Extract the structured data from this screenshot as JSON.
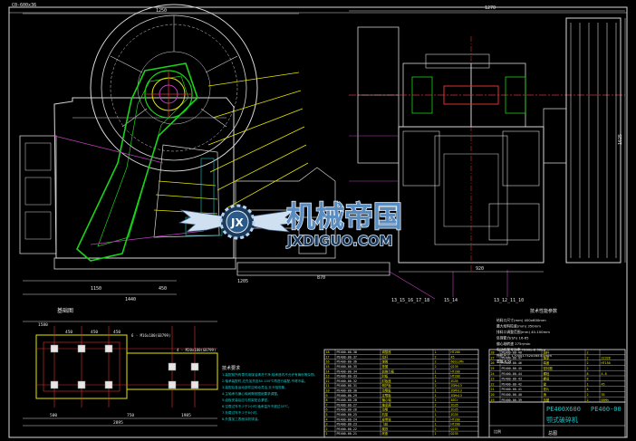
{
  "drawing": {
    "corner_label": "C0-600x36",
    "overall_width_left": "1250",
    "overall_width_right": "1270",
    "dim_bottom_left_1": "1150",
    "dim_bottom_left_2": "1440",
    "dim_bottom_left_3": "450",
    "dim_bottom_mid_1": "1205",
    "dim_bottom_mid_2": "870",
    "dim_bottom_right_1": "920",
    "dim_right_height": "1625",
    "part_callout_1": "13_15_16_17_18",
    "part_callout_2": "15_14",
    "part_callout_3": "13_12_11_10"
  },
  "watermark": {
    "chinese_text": "机械帝国",
    "latin_text": "JXDIGUO.COM"
  },
  "foundation_plan": {
    "title": "基础图",
    "dims_top": [
      "1580",
      "450",
      "450",
      "450"
    ],
    "dims_bottom": [
      "500",
      "750",
      "1985"
    ],
    "dim_overall": "2895",
    "bolt_note_1": "6 - M16x180(GB799)",
    "bolt_note_2": "4 - M20x180(GB799)"
  },
  "tech_spec": {
    "title": "技术性能参数",
    "lines": [
      "给料口尺寸(mm)  400x600mm",
      "最大给料粒度(mm)  350mm",
      "排料口调整范围(mm)  40-100mm",
      "处理能力(t/h)  16-65",
      "偏心轴转速  275r/min",
      "电动机型号功率  Y200L-6 30kw",
      "外形尺寸  1700x1732x1653.5mm",
      "重量  6.5t"
    ]
  },
  "title_block": {
    "model": "PE400X600",
    "name": "颚式破碎机",
    "sheet_code": "PE400-00",
    "scale_label": "比例",
    "drawing_label": "总图"
  },
  "requirements": {
    "title": "技术要求",
    "lines": [
      "1.装配前所有零件用煤油清洗干净,轴承座内不允许有铸砂等杂物。",
      "2.轴承装配时,应先加热至80-100℃再进行装配,不得冷装。",
      "3.装配后各运动部件应转动灵活,无卡阻现象。",
      "4.主轴承与偏心轴间隙按图纸要求调整。",
      "5.齿板安装后应与机架贴合紧密。",
      "6.空载试车不少于2小时,轴承温升不超过35℃。",
      "7.负载试车不少于8小时。",
      "8.外露加工表面涂防锈油。"
    ]
  },
  "bom_left": [
    [
      "18",
      "PE400-00-38",
      "调整座",
      "1",
      "HT200"
    ],
    [
      "17",
      "PE400-00-37",
      "拉杆",
      "2",
      "45"
    ],
    [
      "16",
      "PE400-00-36",
      "弹簧",
      "2",
      "60Si2Mn"
    ],
    [
      "15",
      "PE400-00-35",
      "垫圈",
      "2",
      "Q235"
    ],
    [
      "14",
      "PE400-00-34",
      "前推力板",
      "1",
      "HT200"
    ],
    [
      "13",
      "PE400-00-33",
      "肘板",
      "1",
      "HT200"
    ],
    [
      "12",
      "PE400-00-32",
      "肘板座",
      "1",
      "ZG35"
    ],
    [
      "11",
      "PE400-00-31",
      "侧护板",
      "2",
      "ZGMn13"
    ],
    [
      "10",
      "PE400-00-30",
      "动颚板",
      "1",
      "ZGMn13"
    ],
    [
      "9",
      "PE400-00-29",
      "定颚板",
      "1",
      "ZGMn13"
    ],
    [
      "8",
      "PE400-00-28",
      "偏心轴",
      "1",
      "40Cr"
    ],
    [
      "7",
      "PE400-00-27",
      "轴承座",
      "2",
      "ZG35"
    ],
    [
      "6",
      "PE400-00-26",
      "动颚",
      "1",
      "ZG35"
    ],
    [
      "5",
      "PE400-00-25",
      "机架",
      "1",
      "ZG35"
    ],
    [
      "4",
      "PE400-00-24",
      "皮带轮",
      "1",
      "HT200"
    ],
    [
      "3",
      "PE400-00-23",
      "飞轮",
      "1",
      "HT200"
    ],
    [
      "2",
      "PE400-00-22",
      "楔铁",
      "2",
      "Q235"
    ],
    [
      "1",
      "PE400-00-21",
      "底座",
      "1",
      "Q235"
    ]
  ],
  "bom_right": [
    [
      "28",
      "PE400-00-48",
      "油杯",
      "2",
      ""
    ],
    [
      "27",
      "PE400-00-47",
      "轴承",
      "2",
      "22328"
    ],
    [
      "26",
      "PE400-00-46",
      "端盖",
      "2",
      "HT150"
    ],
    [
      "25",
      "PE400-00-45",
      "密封圈",
      "2",
      ""
    ],
    [
      "24",
      "PE400-00-44",
      "螺栓",
      "8",
      "4.8"
    ],
    [
      "23",
      "PE400-00-43",
      "螺母",
      "8",
      ""
    ],
    [
      "22",
      "PE400-00-42",
      "键",
      "1",
      "45"
    ],
    [
      "21",
      "PE400-00-41",
      "垫片",
      "4",
      ""
    ],
    [
      "20",
      "PE400-00-40",
      "销",
      "2",
      "35"
    ],
    [
      "19",
      "PE400-00-39",
      "挡圈",
      "2",
      "65Mn"
    ]
  ],
  "colors": {
    "background": "#000000",
    "yellow": "#e6e600",
    "green": "#19d419",
    "cyan": "#18c8c8",
    "red": "#e03030",
    "magenta": "#c040c0",
    "white": "#d8d8d8",
    "blue": "#3a6cff"
  }
}
